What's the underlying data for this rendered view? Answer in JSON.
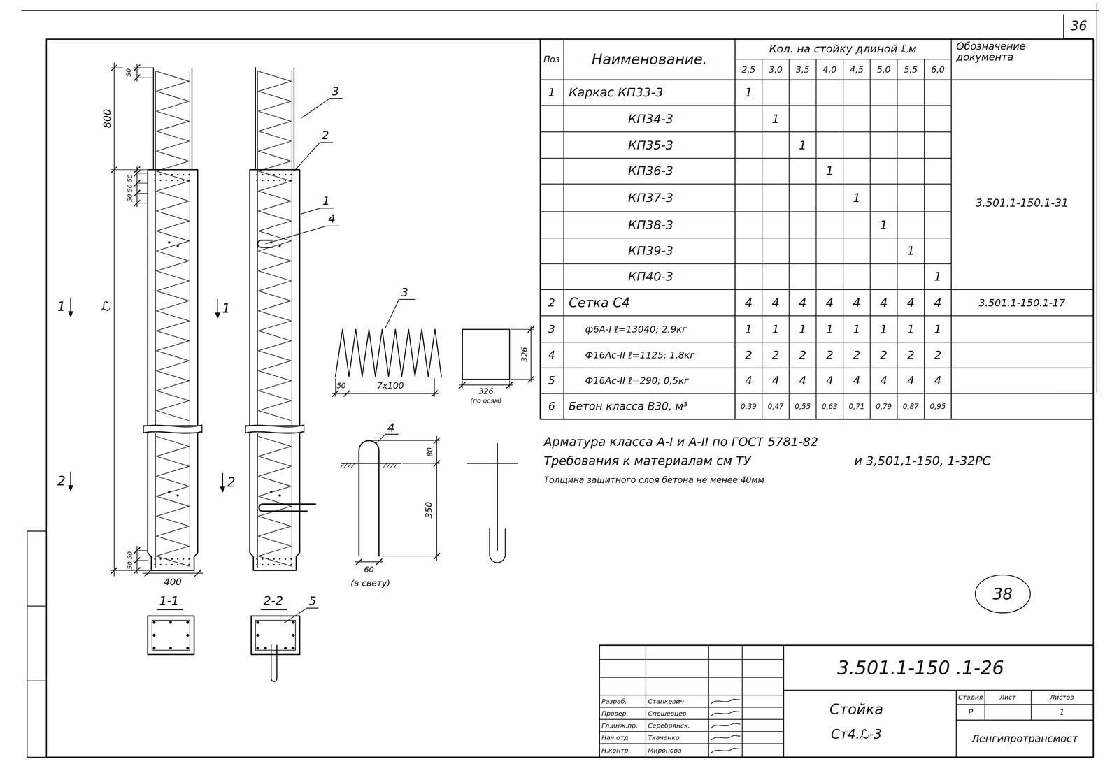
{
  "diagram": {
    "nodes": [
      {
        "text": [
          "36"
        ]
      },
      {
        "text": [
          "38"
        ]
      }
    ],
    "labels": [
      "Поз",
      "Наименование.",
      "Кол. на стойку длиной ℒм",
      "2,5",
      "3,0",
      "3,5",
      "4,0",
      "4,5",
      "5,0",
      "5,5",
      "6,0",
      "Обозначение документа",
      "1",
      "Каркас КП33-3",
      "1",
      "КП34-3",
      "1",
      "КП35-3",
      "1",
      "КП36-3",
      "1",
      "КП37-3",
      "1",
      "КП38-3",
      "1",
      "КП39-3",
      "1",
      "КП40-3",
      "1",
      "3.501.1-150.1-31",
      "2",
      "Сетка С4",
      "4",
      "4",
      "4",
      "4",
      "4",
      "4",
      "4",
      "4",
      "3.501.1-150.1-17",
      "3",
      "ф6А-I ℓ=13040; 2,9кг",
      "1",
      "1",
      "1",
      "1",
      "1",
      "1",
      "1",
      "1",
      "4",
      "Ф16Аc-II ℓ=1125; 1,8кг",
      "2",
      "2",
      "2",
      "2",
      "2",
      "2",
      "2",
      "2",
      "5",
      "Ф16Аc-II ℓ=290; 0,5кг",
      "4",
      "4",
      "4",
      "4",
      "4",
      "4",
      "4",
      "4",
      "6",
      "Бетон класса В30, м³",
      "0,39",
      "0,47",
      "0,55",
      "0,63",
      "0,71",
      "0,79",
      "0,87",
      "0,95",
      "Арматура класса А-I и А-II по ГОСТ 5781-82",
      "Требования к материалам см ТУ",
      "и 3,501,1-150, 1-32РС",
      "Толщина защитного слоя бетона не менее 40мм",
      "3.501.1-150 .1-26",
      "Стойка",
      "Ст4.ℒ-3",
      "Стадия",
      "Лист",
      "Листов",
      "Р",
      "1",
      "Ленгипротрансмост",
      "Разраб.",
      "Станкевич",
      "Провер.",
      "Спешевцев",
      "Гл.инж.пр.",
      "Серебрянск.",
      "Нач.отд",
      "Ткаченко",
      "Н.контр.",
      "Миронова",
      "50",
      "800",
      "50",
      "50",
      "50",
      "ℒ",
      "1",
      "1",
      "2",
      "2",
      "50",
      "50",
      "400",
      "3",
      "2",
      "1",
      "4",
      "3",
      "50",
      "7х100",
      "326",
      "326",
      "(по осям)",
      "4",
      "80",
      "350",
      "60",
      "(в свету)",
      "1-1",
      "2-2",
      "5"
    ]
  }
}
